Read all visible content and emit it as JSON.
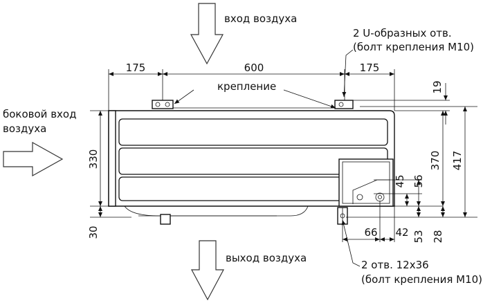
{
  "labels": {
    "air_inlet": "вход воздуха",
    "side_inlet_line1": "боковой вход",
    "side_inlet_line2": "воздуха",
    "air_outlet": "выход воздуха",
    "mount": "крепление",
    "u_holes_line1": "2 U-образных отв.",
    "u_holes_line2": "(болт крепления M10)",
    "holes_line1": "2 отв. 12x36",
    "holes_line2": "(болт крепления M10)"
  },
  "dimensions": {
    "top_left": "175",
    "top_center": "600",
    "top_right": "175",
    "left_height": "330",
    "left_bottom": "30",
    "right_19": "19",
    "right_370": "370",
    "right_417": "417",
    "right_56": "56",
    "right_45": "45",
    "right_53": "53",
    "right_28": "28",
    "bottom_66": "66",
    "bottom_42": "42"
  }
}
